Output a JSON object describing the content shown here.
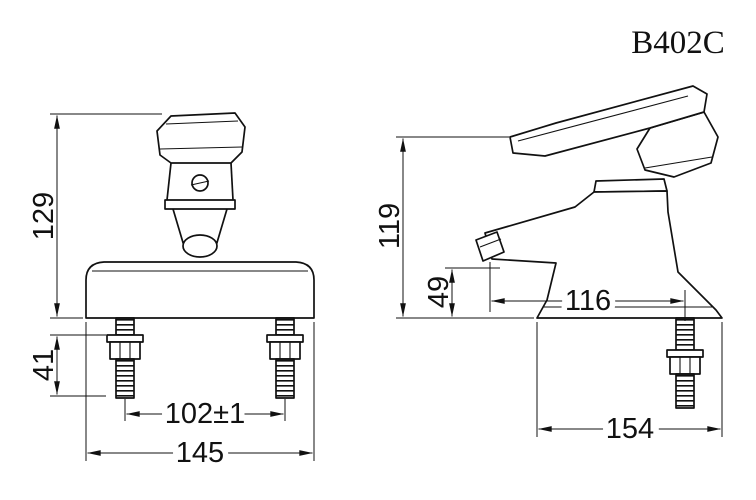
{
  "title": {
    "model": "B402C"
  },
  "front_view": {
    "dims": {
      "height": "129",
      "thread_length": "41",
      "hole_spacing": "102±1",
      "base_width": "145"
    }
  },
  "side_view": {
    "dims": {
      "height": "119",
      "spout_height": "49",
      "spout_reach": "116",
      "base_depth": "154"
    }
  }
}
